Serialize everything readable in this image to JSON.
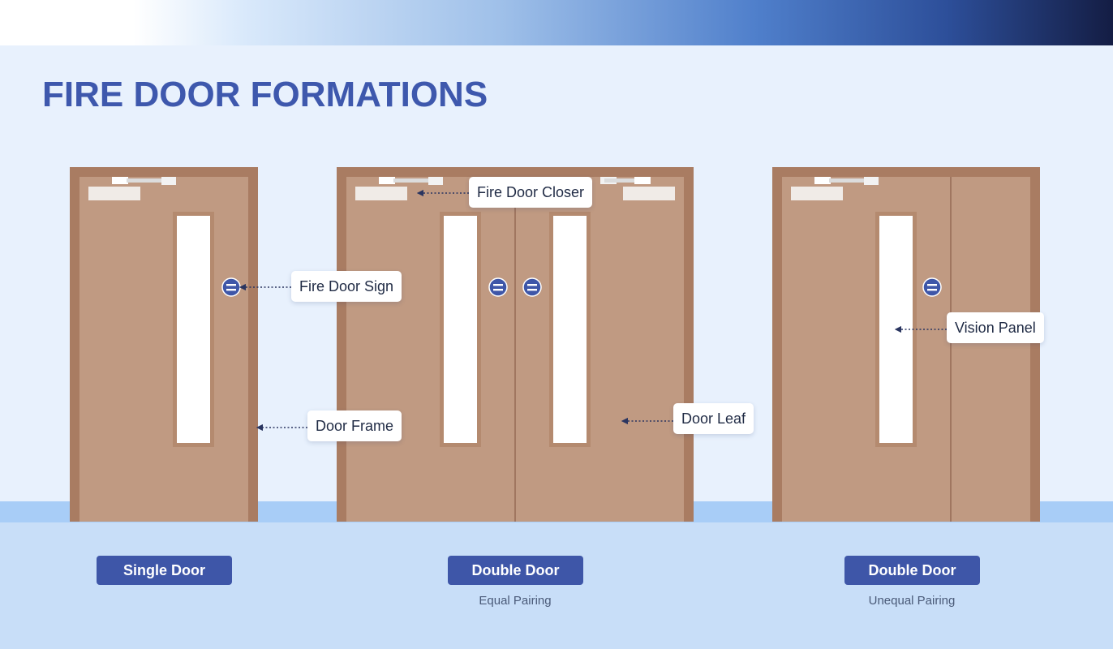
{
  "title": "FIRE DOOR FORMATIONS",
  "callouts": {
    "closer": "Fire Door Closer",
    "sign": "Fire Door Sign",
    "frame": "Door Frame",
    "leaf": "Door Leaf",
    "vision": "Vision Panel"
  },
  "doors": [
    {
      "label": "Single Door",
      "sublabel": ""
    },
    {
      "label": "Double Door",
      "sublabel": "Equal Pairing"
    },
    {
      "label": "Double Door",
      "sublabel": "Unequal Pairing"
    }
  ],
  "colors": {
    "title": "#3e58ad",
    "frame": "#a97c62",
    "leaf": "#c09a82",
    "sign": "#3e56a8",
    "pill": "#3e56a8",
    "wall": "#e8f1fd",
    "floor": "#c8def8"
  }
}
